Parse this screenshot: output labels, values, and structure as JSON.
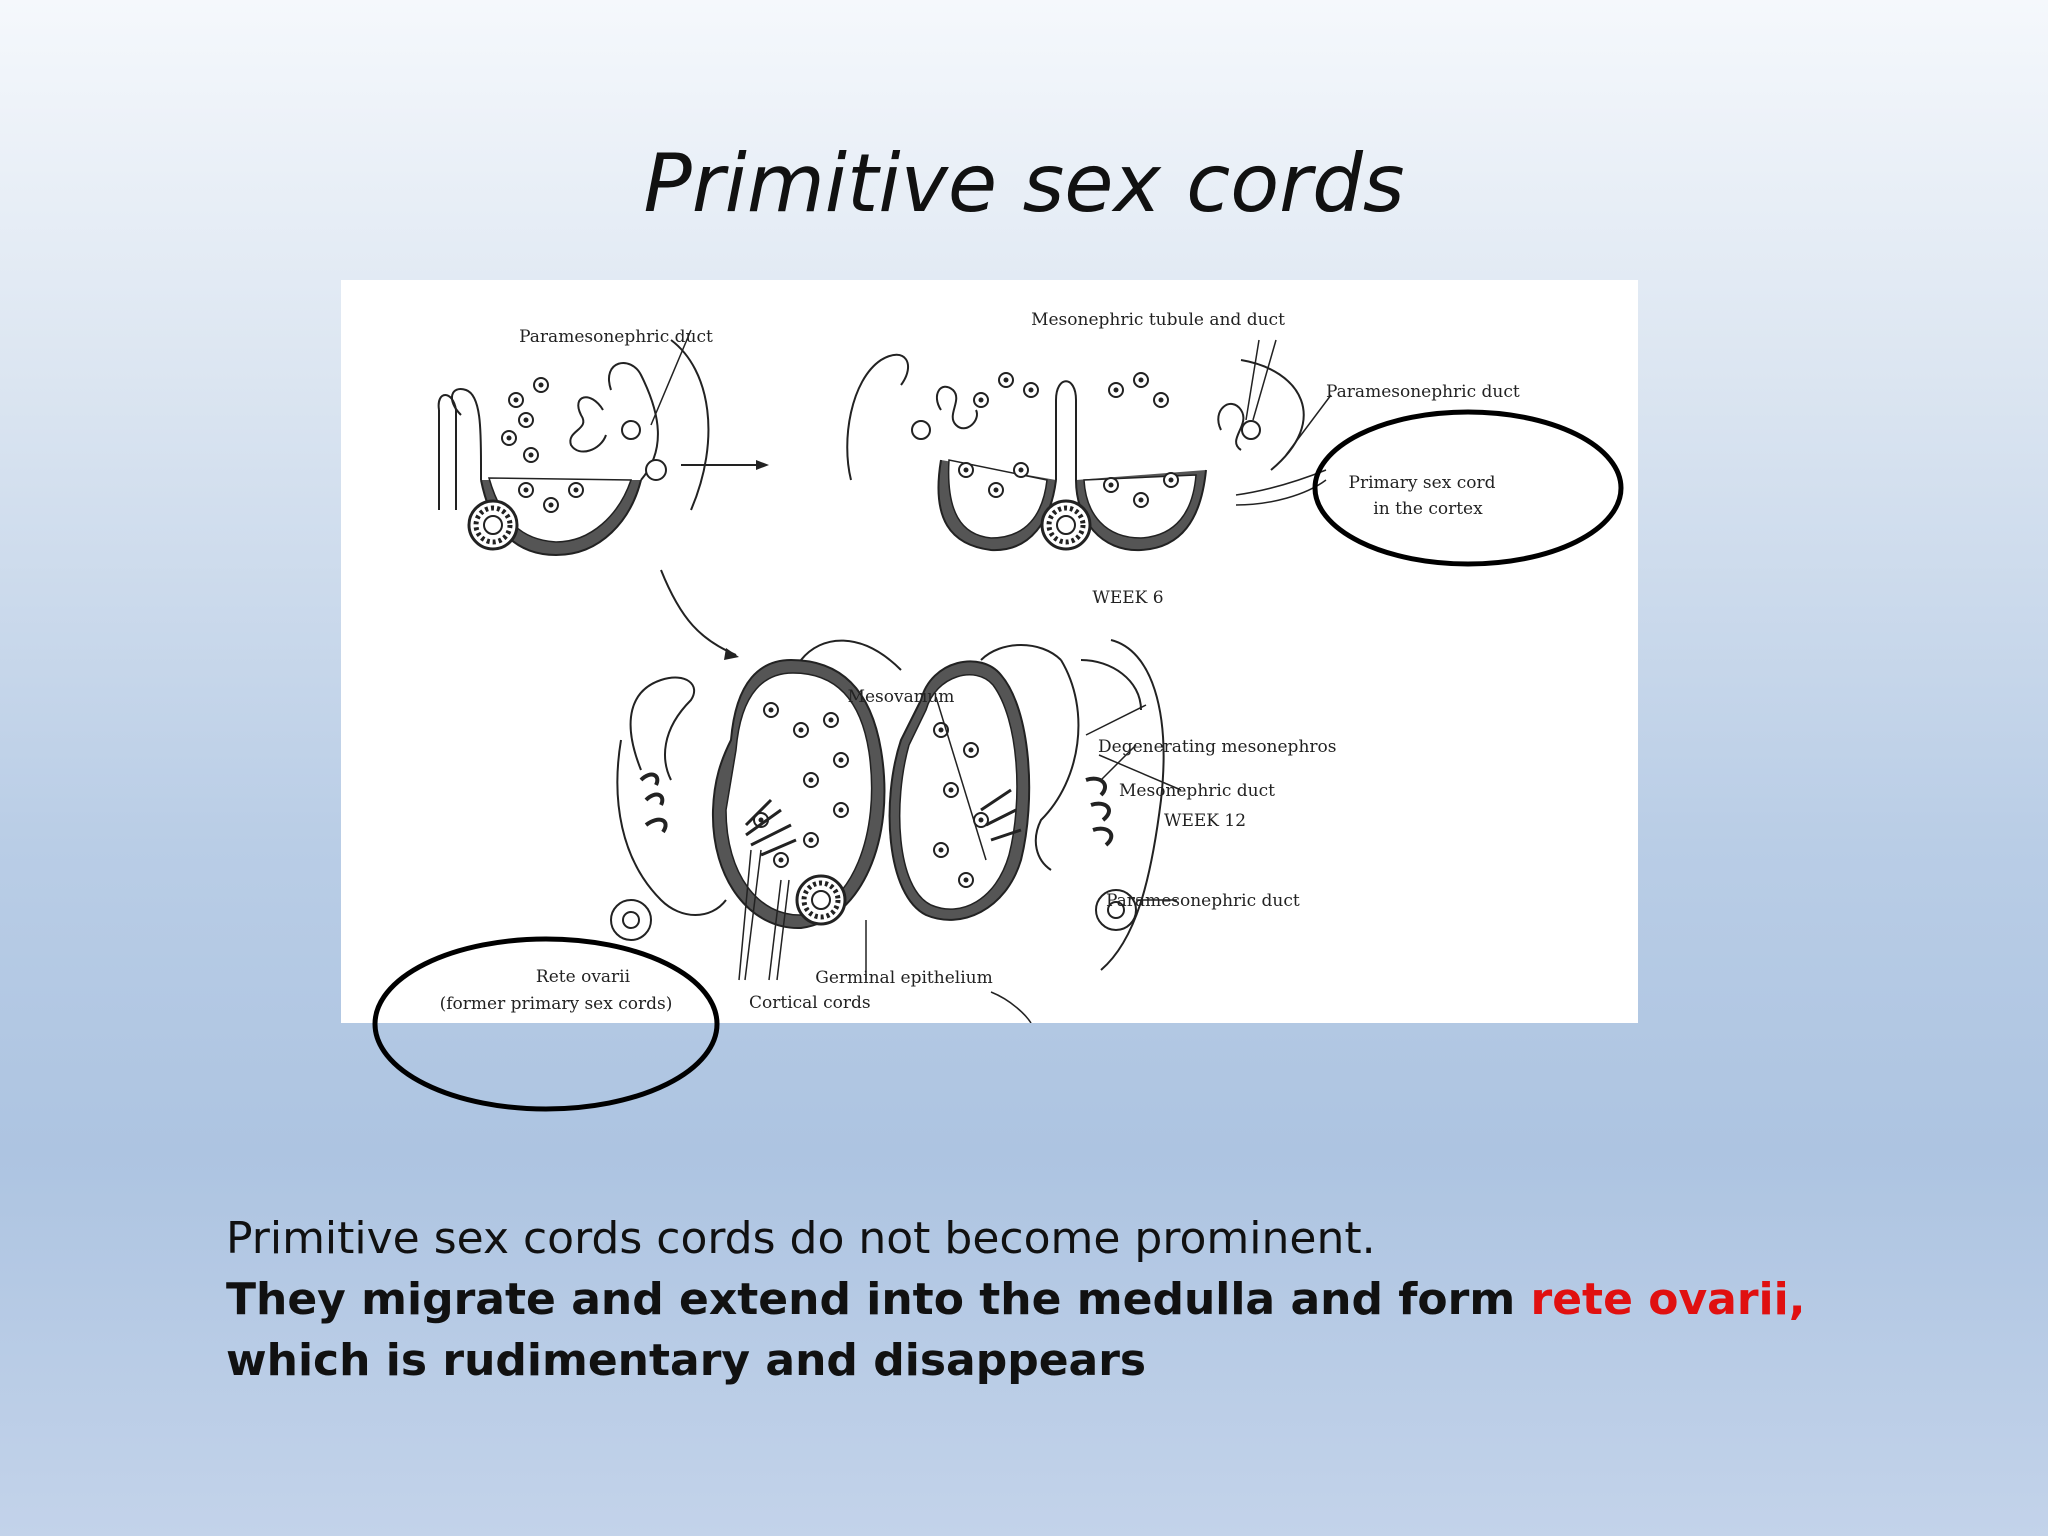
{
  "title": "Primitive sex cords",
  "figure": {
    "labels": {
      "paramesonephric_duct_top_left": "Paramesonephric duct",
      "mesonephric_tubule_and_duct": "Mesonephric tubule and duct",
      "paramesonephric_duct_top_right": "Paramesonephric duct",
      "primary_sex_cord_line1": "Primary sex cord",
      "primary_sex_cord_line2": "in the cortex",
      "week6": "WEEK 6",
      "mesovarium": "Mesovarium",
      "degenerating_mesonephros": "Degenerating mesonephros",
      "mesonephric_duct": "Mesonephric duct",
      "week12": "WEEK 12",
      "paramesonephric_duct_bottom": "Paramesonephric duct",
      "germinal_epithelium": "Germinal epithelium",
      "rete_ovarii_line1": "Rete ovarii",
      "rete_ovarii_line2": "(former primary sex cords)",
      "cortical_cords": "Cortical cords"
    }
  },
  "body": {
    "line1": "Primitive sex cords  cords do not become prominent.",
    "line2_bold": "They migrate and extend into the medulla and form ",
    "line2_red": "rete ovarii,",
    "line3_bold": "which is rudimentary and disappears"
  },
  "colors": {
    "highlight_red": "#e01010",
    "annotation_circle": "#000000"
  }
}
